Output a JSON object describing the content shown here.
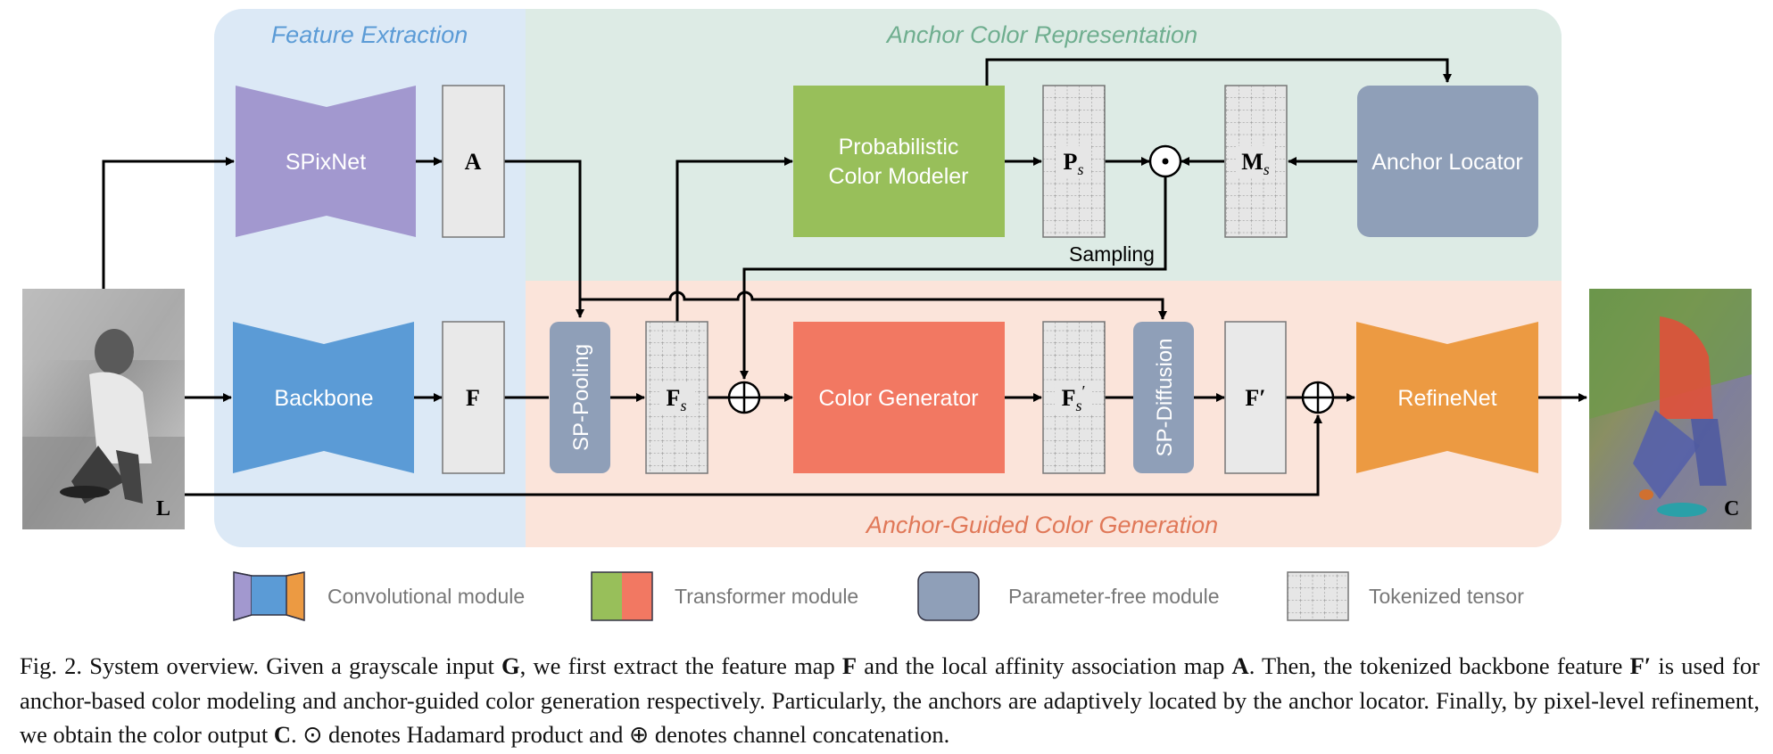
{
  "regions": {
    "feature_extraction": "Feature Extraction",
    "anchor_color_representation": "Anchor Color Representation",
    "anchor_guided_generation": "Anchor-Guided Color Generation"
  },
  "modules": {
    "spixnet": "SPixNet",
    "backbone": "Backbone",
    "prob_color_modeler_line1": "Probabilistic",
    "prob_color_modeler_line2": "Color Modeler",
    "anchor_locator": "Anchor Locator",
    "sp_pooling": "SP-Pooling",
    "color_generator": "Color Generator",
    "sp_diffusion": "SP-Diffusion",
    "refinenet": "RefineNet"
  },
  "tensors": {
    "A": "A",
    "F": "F",
    "Ps_main": "P",
    "Ps_sub": "s",
    "Ms_main": "M",
    "Ms_sub": "s",
    "Fs_main": "F",
    "Fs_sub": "s",
    "Fsp_main": "F",
    "Fsp_sub": "s",
    "Fsp_prime": "′",
    "Fprime": "F′"
  },
  "images": {
    "input_label": "L",
    "output_label": "C"
  },
  "ops": {
    "sampling": "Sampling"
  },
  "legend": {
    "conv": "Convolutional module",
    "transformer": "Transformer module",
    "param_free": "Parameter-free module",
    "tokenized": "Tokenized tensor"
  },
  "caption": {
    "p1": "Fig. 2.  System overview. Given a grayscale input ",
    "G": "G",
    "p2": ", we first extract the feature map ",
    "F": "F",
    "p3": " and the local affinity association map ",
    "A": "A",
    "p4": ". Then, the tokenized backbone feature ",
    "Fp": "F′",
    "p5": " is used for anchor-based color modeling and anchor-guided color generation respectively. Particularly, the anchors are adaptively located by the anchor locator. Finally, by pixel-level refinement, we obtain the color output ",
    "C": "C",
    "p6": ". ⊙ denotes Hadamard product and ⊕ denotes channel concatenation."
  },
  "colors": {
    "feature_bg": "#dce9f6",
    "anchor_bg": "#ddebe5",
    "gen_bg": "#fbe4da",
    "spixnet": "#a298cf",
    "backbone": "#5b9bd6",
    "refinenet": "#ec9a42",
    "prob_modeler": "#98bf5a",
    "color_generator": "#f27862",
    "param_free": "#8f9fb8",
    "tensor_fill": "#e9e9e9"
  }
}
